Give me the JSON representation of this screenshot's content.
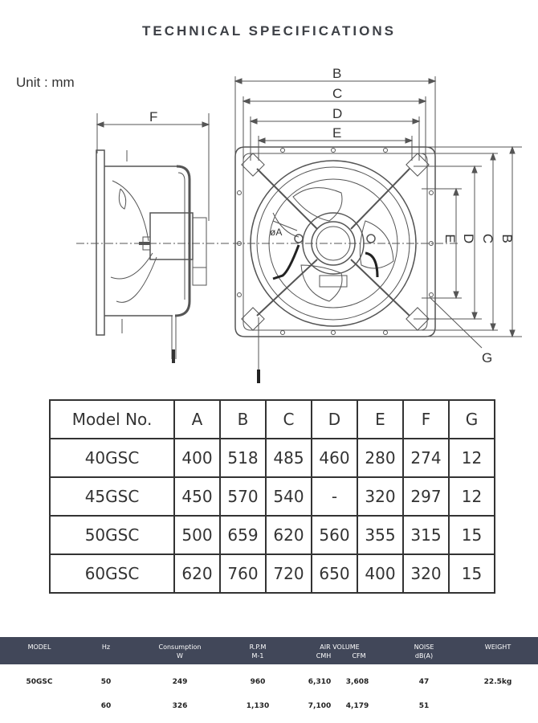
{
  "page": {
    "title": "TECHNICAL SPECIFICATIONS"
  },
  "drawing": {
    "unit": "Unit : mm",
    "labels": {
      "a": "øA",
      "b": "B",
      "c": "C",
      "d": "D",
      "e": "E",
      "f": "F",
      "g": "G"
    }
  },
  "dimensions": {
    "headers": [
      "Model No.",
      "A",
      "B",
      "C",
      "D",
      "E",
      "F",
      "G"
    ],
    "rows": [
      [
        "40GSC",
        "400",
        "518",
        "485",
        "460",
        "280",
        "274",
        "12"
      ],
      [
        "45GSC",
        "450",
        "570",
        "540",
        "-",
        "320",
        "297",
        "12"
      ],
      [
        "50GSC",
        "500",
        "659",
        "620",
        "560",
        "355",
        "315",
        "15"
      ],
      [
        "60GSC",
        "620",
        "760",
        "720",
        "650",
        "400",
        "320",
        "15"
      ]
    ]
  },
  "specs": {
    "header_bg": "#414759",
    "headers": {
      "model": "MODEL",
      "hz": "Hz",
      "consumption": "Consumption",
      "consumption_unit": "W",
      "rpm": "R.P.M",
      "rpm_unit": "M-1",
      "air_volume": "AIR VOLUME",
      "cmh": "CMH",
      "cfm": "CFM",
      "noise": "NOISE",
      "noise_unit": "dB(A)",
      "weight": "WEIGHT"
    },
    "rows": [
      {
        "model": "50GSC",
        "hz": "50",
        "w": "249",
        "rpm": "960",
        "cmh": "6,310",
        "cfm": "3,608",
        "noise": "47",
        "weight": "22.5kg"
      },
      {
        "model": "",
        "hz": "60",
        "w": "326",
        "rpm": "1,130",
        "cmh": "7,100",
        "cfm": "4,179",
        "noise": "51",
        "weight": ""
      }
    ]
  }
}
